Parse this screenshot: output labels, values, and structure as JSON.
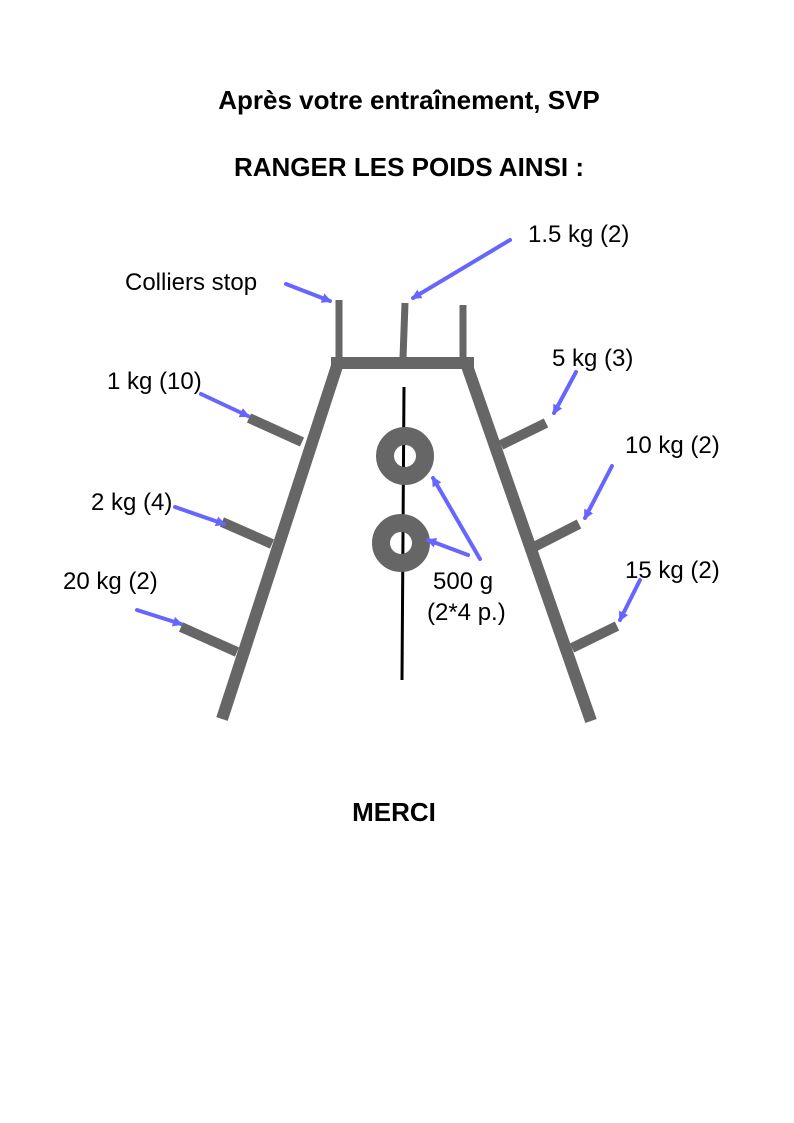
{
  "title": {
    "line1": "Après votre entraînement, SVP",
    "line2": "RANGER LES POIDS AINSI :"
  },
  "labels": {
    "colliers": "Colliers stop",
    "w1_5kg": "1.5 kg (2)",
    "w5kg": "5 kg (3)",
    "w1kg": "1 kg (10)",
    "w10kg": "10 kg (2)",
    "w2kg": "2 kg (4)",
    "w20kg": "20 kg (2)",
    "w15kg": "15 kg (2)",
    "w500g_line1": "500 g",
    "w500g_line2": "(2*4 p.)"
  },
  "footer": {
    "text": "MERCI"
  },
  "colors": {
    "rack": "#666666",
    "arrow": "#6666ff",
    "rod": "#000000",
    "text": "#000000"
  }
}
